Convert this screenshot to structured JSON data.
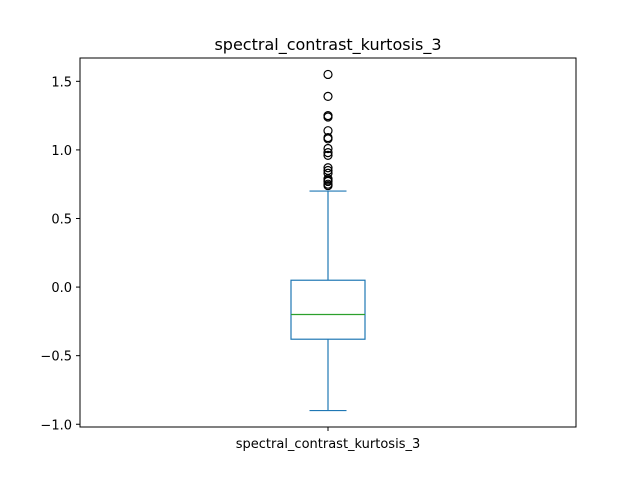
{
  "chart_data": {
    "type": "box",
    "title": "spectral_contrast_kurtosis_3",
    "categories": [
      "spectral_contrast_kurtosis_3"
    ],
    "xlabel": "",
    "ylabel": "",
    "ylim": [
      -1.02,
      1.67
    ],
    "yticks": [
      -1.0,
      -0.5,
      0.0,
      0.5,
      1.0,
      1.5
    ],
    "ytick_labels": [
      "−1.0",
      "−0.5",
      "0.0",
      "0.5",
      "1.0",
      "1.5"
    ],
    "grid": false,
    "box": {
      "whisker_low": -0.9,
      "q1": -0.38,
      "median": -0.2,
      "q3": 0.05,
      "whisker_high": 0.7
    },
    "outliers": [
      1.55,
      1.39,
      1.25,
      1.24,
      1.14,
      1.09,
      1.08,
      1.01,
      0.98,
      0.96,
      0.87,
      0.85,
      0.83,
      0.79,
      0.78,
      0.77,
      0.75,
      0.74
    ],
    "colors": {
      "box": "#1f77b4",
      "median": "#2ca02c",
      "outlier_edge": "#000000"
    }
  }
}
